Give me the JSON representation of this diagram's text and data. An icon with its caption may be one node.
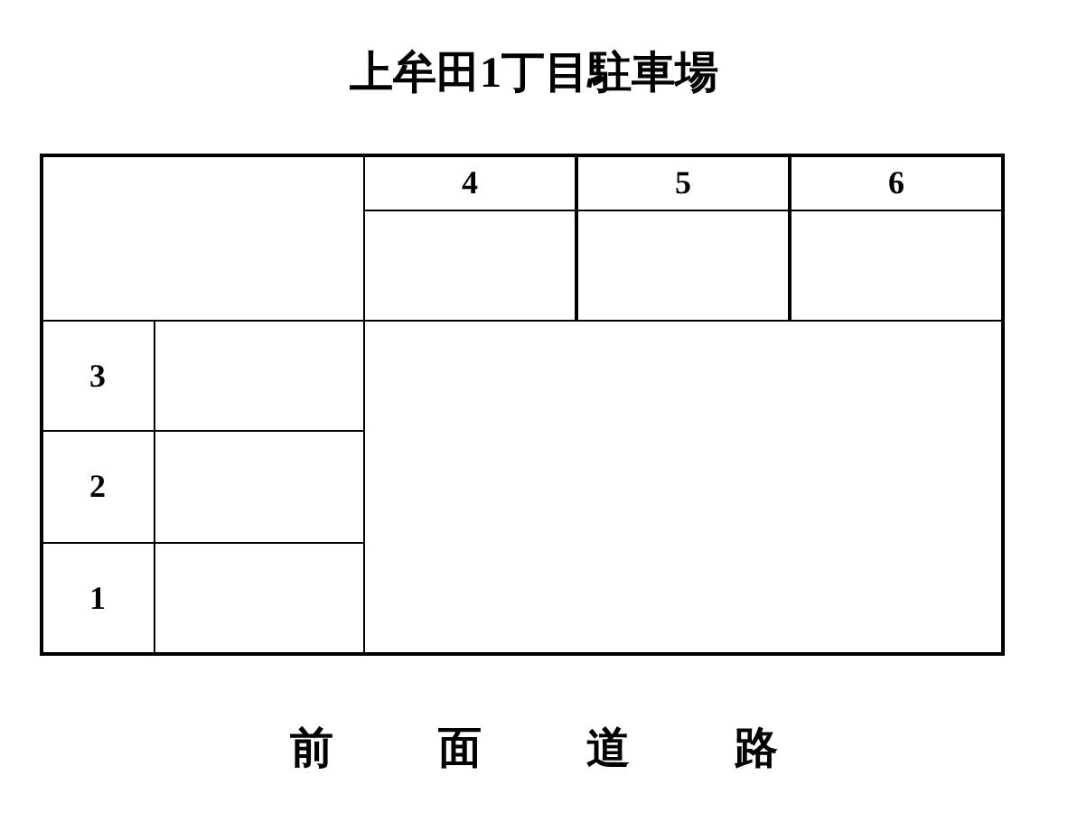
{
  "diagram": {
    "title": "上牟田1丁目駐車場",
    "nodes": [
      {
        "text": [
          "4"
        ]
      },
      {
        "text": [
          "5"
        ]
      },
      {
        "text": [
          "6"
        ]
      },
      {
        "text": [
          "3"
        ]
      },
      {
        "text": [
          "2"
        ]
      },
      {
        "text": [
          "1"
        ]
      }
    ],
    "edges": [],
    "labels": [
      "前面道路"
    ]
  }
}
